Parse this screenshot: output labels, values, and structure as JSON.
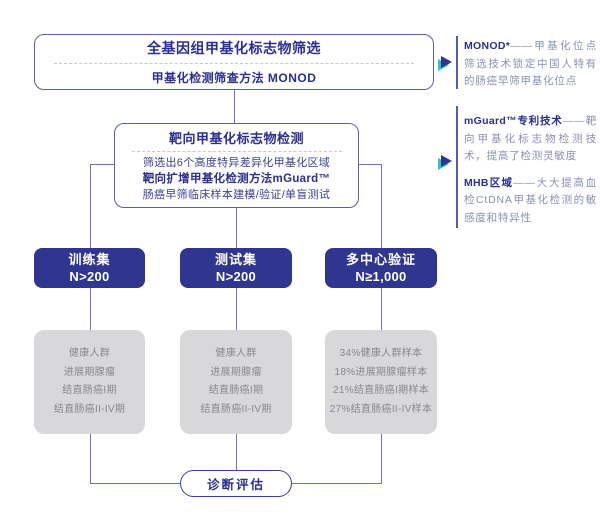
{
  "diagram": {
    "top_box": {
      "title": "全基因组甲基化标志物筛选",
      "subtitle": "甲基化检测筛查方法 MONOD"
    },
    "target_box": {
      "title": "靶向甲基化标志物检测",
      "line1": "筛选出6个高度特异差异化甲基化区域",
      "line2": "靶向扩增甲基化检测方法mGuard™",
      "line3": "肠癌早筛临床样本建模/验证/单盲测试"
    },
    "cohort_boxes": [
      {
        "title": "训练集",
        "n": "N>200"
      },
      {
        "title": "测试集",
        "n": "N>200"
      },
      {
        "title": "多中心验证",
        "n": "N≥1,000"
      }
    ],
    "sample_boxes": [
      {
        "line1": "健康人群",
        "line2": "进展期腺瘤",
        "line3": "结直肠癌I期",
        "line4": "结直肠癌II-IV期"
      },
      {
        "line1": "健康人群",
        "line2": "进展期腺瘤",
        "line3": "结直肠癌I期",
        "line4": "结直肠癌II-IV期"
      },
      {
        "line1": "34%健康人群样本",
        "line2": "18%进展期腺瘤样本",
        "line3": "21%结直肠癌I期样本",
        "line4": "27%结直肠癌II-IV样本"
      }
    ],
    "result_pill": {
      "label": "诊断评估"
    },
    "annotations": [
      {
        "lead": "MONOD*",
        "rest": "——甲基化位点筛选技术锁定中国人特有的肠癌早筛甲基化位点"
      },
      {
        "lead": "mGuard™专利技术",
        "rest": "——靶向甲基化标志物检测技术，提高了检测灵敏度"
      },
      {
        "lead": "MHB区域",
        "rest": "——大大提高血检CtDNA甲基化检测的敏感度和特异性"
      }
    ],
    "colors": {
      "navy": "#30358f",
      "navy_text": "#2b2f90",
      "teal": "#2ec4c6",
      "box_border": "#5a60ae",
      "connector": "#6d73b8",
      "gray_fill": "#d8d8db",
      "gray_text": "#87878f",
      "annotation_text": "#8a91b2"
    }
  }
}
